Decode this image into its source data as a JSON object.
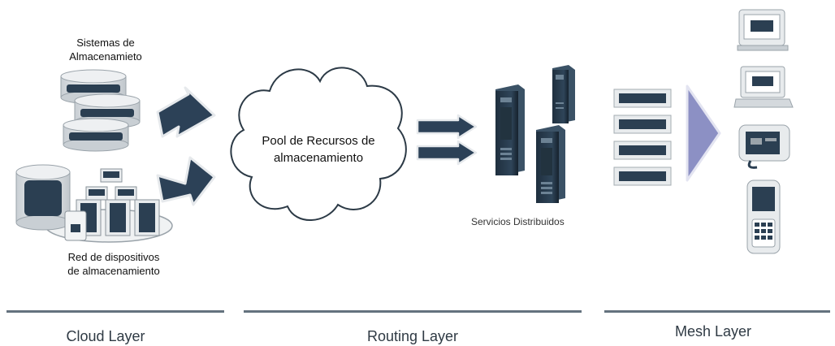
{
  "labels": {
    "storage_systems": "Sistemas de\nAlmacenamieto",
    "storage_network": "Red de dispositivos\nde almacenamiento",
    "pool": "Pool de Recursos de\nalmacenamiento",
    "distributed_services": "Servicios Distribuidos"
  },
  "layers": {
    "cloud": "Cloud Layer",
    "routing": "Routing Layer",
    "mesh": "Mesh Layer"
  },
  "colors": {
    "navy": "#2b3f52",
    "cyl_fill": "#dfe3e6",
    "arrow_fill": "#2c4157",
    "mesh_arrow": "#8c90c4",
    "rule": "#64727e"
  }
}
